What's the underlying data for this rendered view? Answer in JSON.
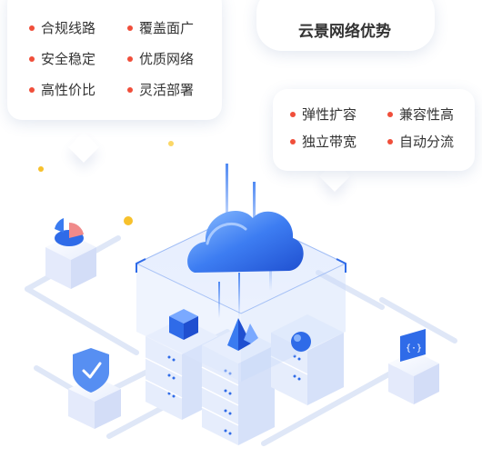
{
  "colors": {
    "bullet": "#f04e3a",
    "accent": "#2f6be8",
    "cloud": "#3a7bf0"
  },
  "left_bubble": {
    "items": [
      {
        "label": "合规线路"
      },
      {
        "label": "覆盖面广"
      },
      {
        "label": "安全稳定"
      },
      {
        "label": "优质网络"
      },
      {
        "label": "高性价比"
      },
      {
        "label": "灵活部署"
      }
    ]
  },
  "title_bubble": {
    "title": "云景网络优势"
  },
  "right_bubble": {
    "items": [
      {
        "label": "弹性扩容"
      },
      {
        "label": "兼容性高"
      },
      {
        "label": "独立带宽"
      },
      {
        "label": "自动分流"
      }
    ]
  },
  "illustration": {
    "icons": [
      "pie-chart-icon",
      "shield-check-icon",
      "code-bracket-icon",
      "cloud-icon",
      "server-icon"
    ]
  }
}
